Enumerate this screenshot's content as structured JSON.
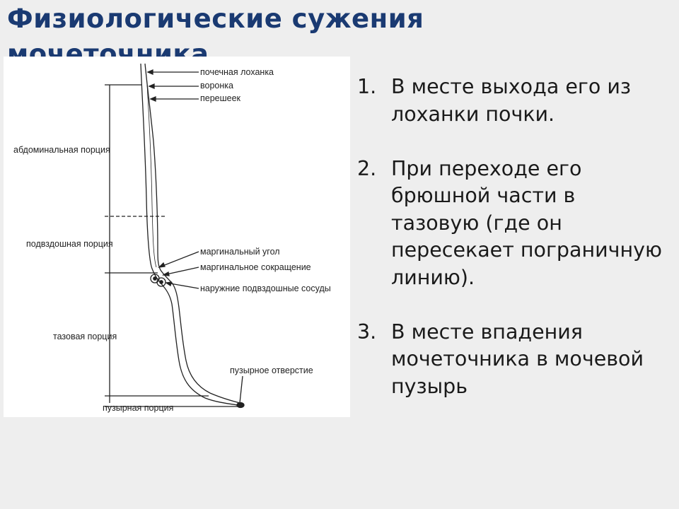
{
  "title": {
    "line1": "Физиологические сужения",
    "line2": "мочеточника"
  },
  "diagram": {
    "labels": {
      "pelvis": "почечная лоханка",
      "funnel": "воронка",
      "isthmus": "перешеек",
      "abdominal": "абдоминальная порция",
      "iliac": "подвздошная порция",
      "marginal_angle": "маргинальный угол",
      "marginal_constriction": "маргинальное сокращение",
      "iliac_vessels": "наружние подвздошные сосуды",
      "pelvic": "тазовая порция",
      "vesical_orifice": "пузырное отверстие",
      "vesical": "пузырная порция"
    }
  },
  "list": [
    {
      "num": "1.",
      "text": "В месте выхода его из лоханки почки."
    },
    {
      "num": "2.",
      "text": "При переходе его брюшной части в тазовую (где он пересекает пограничную линию)."
    },
    {
      "num": "3.",
      "text": "В месте впадения мочеточника в мочевой пузырь"
    }
  ]
}
